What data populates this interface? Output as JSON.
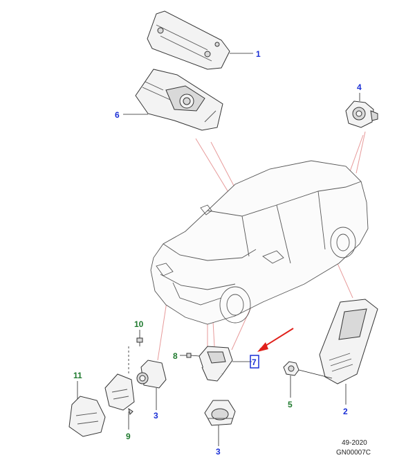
{
  "callouts": [
    {
      "id": "c1",
      "label": "1",
      "color": "blue"
    },
    {
      "id": "c2",
      "label": "2",
      "color": "blue"
    },
    {
      "id": "c3a",
      "label": "3",
      "color": "blue"
    },
    {
      "id": "c3b",
      "label": "3",
      "color": "blue"
    },
    {
      "id": "c4",
      "label": "4",
      "color": "blue"
    },
    {
      "id": "c5",
      "label": "5",
      "color": "green"
    },
    {
      "id": "c6",
      "label": "6",
      "color": "blue"
    },
    {
      "id": "c7",
      "label": "7",
      "color": "blue"
    },
    {
      "id": "c8",
      "label": "8",
      "color": "green"
    },
    {
      "id": "c9",
      "label": "9",
      "color": "green"
    },
    {
      "id": "c10",
      "label": "10",
      "color": "green"
    },
    {
      "id": "c11",
      "label": "11",
      "color": "green"
    }
  ],
  "reference": {
    "code": "49-2020",
    "figure": "GN00007C"
  },
  "colors": {
    "callout_blue": "#1a2fd6",
    "callout_green": "#1f7a2e",
    "leader_pink": "#e79a9a",
    "highlight_arrow": "#e0201a",
    "highlight_box": "#1a2fd6"
  }
}
